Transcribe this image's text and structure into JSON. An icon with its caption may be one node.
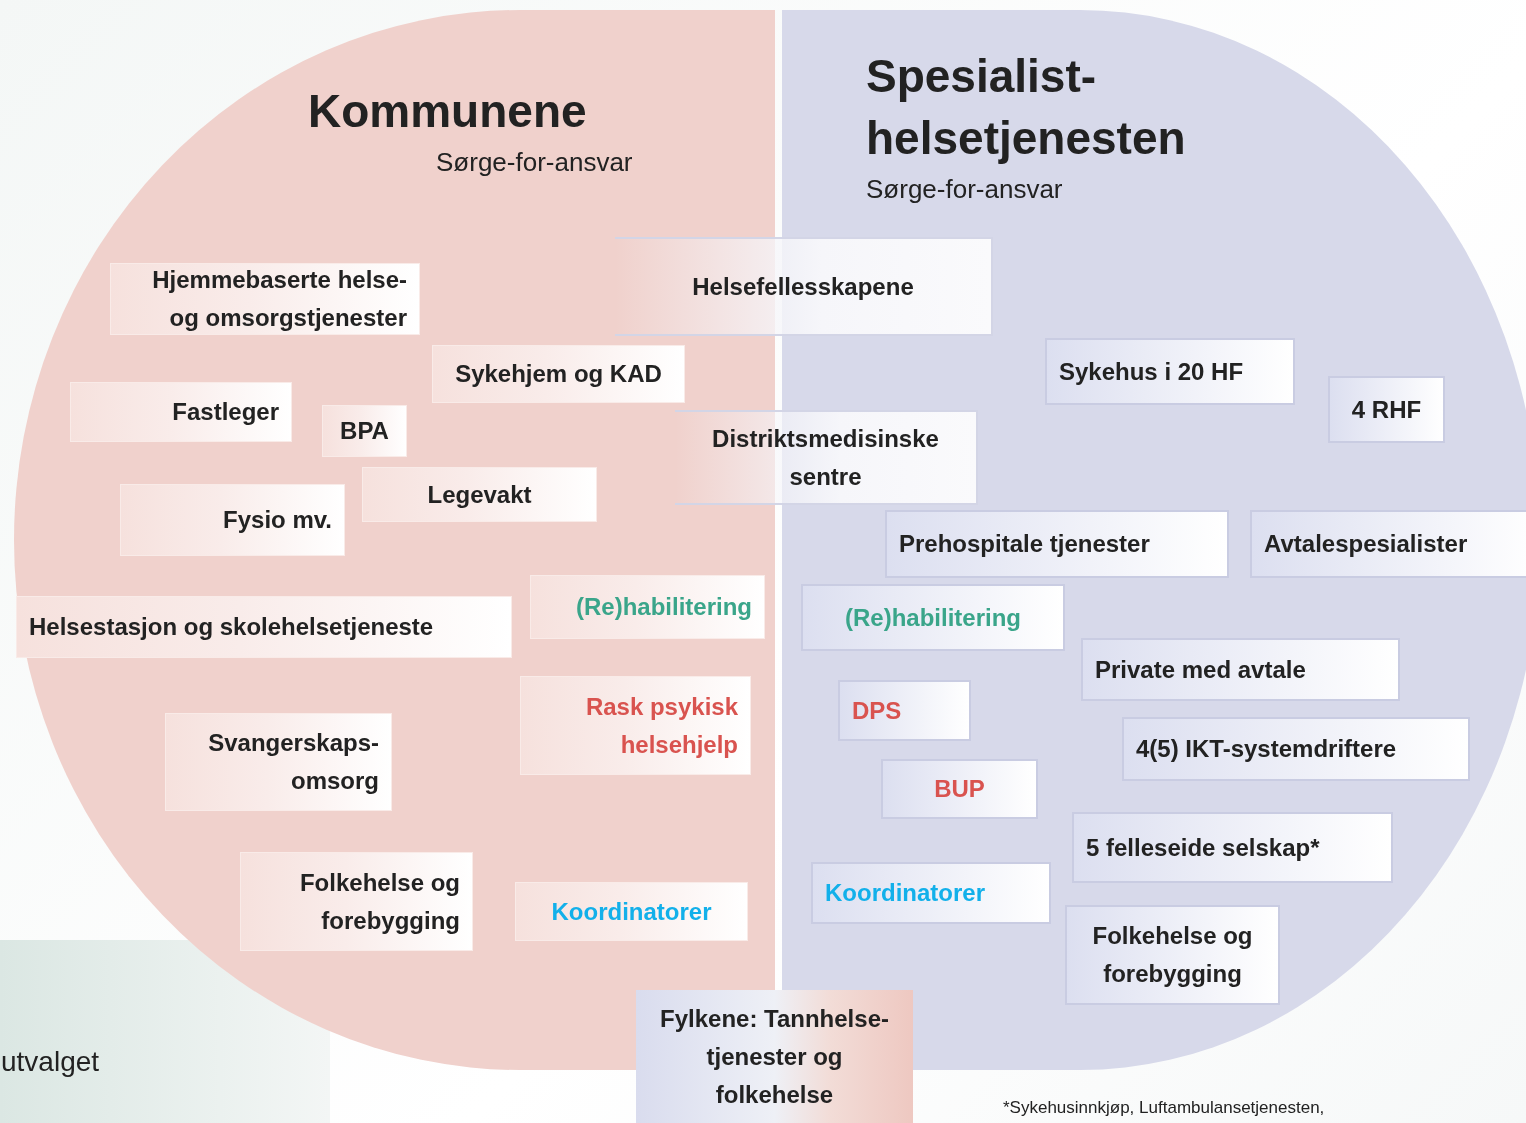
{
  "diagram": {
    "nodes": [
      {
        "text": [
          "Kommunene",
          "Sørge-for-ansvar"
        ]
      },
      {
        "text": [
          "Spesialist- helsetjenesten",
          "Sørge-for-ansvar"
        ]
      },
      {
        "text": [
          "Helsefellesskapene"
        ]
      },
      {
        "text": [
          "Hjemmebaserte helse- og omsorgstjenester"
        ],
        "in": 0
      },
      {
        "text": [
          "Sykehus i 20 HF"
        ],
        "in": 1
      },
      {
        "text": [
          "Sykehjem og KAD"
        ],
        "in": 0
      },
      {
        "text": [
          "4 RHF"
        ],
        "in": 1
      },
      {
        "text": [
          "Fastleger"
        ],
        "in": 0
      },
      {
        "text": [
          "BPA"
        ],
        "in": 0
      },
      {
        "text": [
          "Distriktsmedisinske sentre"
        ]
      },
      {
        "text": [
          "Legevakt"
        ],
        "in": 0
      },
      {
        "text": [
          "Fysio mv."
        ],
        "in": 0
      },
      {
        "text": [
          "Prehospitale tjenester"
        ],
        "in": 1
      },
      {
        "text": [
          "Avtalespesialister"
        ],
        "in": 1
      },
      {
        "text": [
          "Helsestasjon og skolehelsetjeneste"
        ],
        "in": 0
      },
      {
        "text": [
          "(Re)habilitering"
        ],
        "in": 0
      },
      {
        "text": [
          "(Re)habilitering"
        ],
        "in": 1
      },
      {
        "text": [
          "Private med avtale"
        ],
        "in": 1
      },
      {
        "text": [
          "Rask psykisk helsehjelp"
        ],
        "in": 0
      },
      {
        "text": [
          "DPS"
        ],
        "in": 1
      },
      {
        "text": [
          "Svangerskaps- omsorg"
        ],
        "in": 0
      },
      {
        "text": [
          "4(5) IKT-systemdriftere"
        ],
        "in": 1
      },
      {
        "text": [
          "BUP"
        ],
        "in": 1
      },
      {
        "text": [
          "5 felleseide selskap*"
        ],
        "in": 1
      },
      {
        "text": [
          "Folkehelse og forebygging"
        ],
        "in": 0
      },
      {
        "text": [
          "Koordinatorer"
        ],
        "in": 0
      },
      {
        "text": [
          "Koordinatorer"
        ],
        "in": 1
      },
      {
        "text": [
          "Folkehelse og forebygging"
        ],
        "in": 1
      },
      {
        "text": [
          "Fylkene: Tannhelse- tjenester og folkehelse"
        ]
      }
    ],
    "labels": [
      "utvalget",
      "*Sykehusinnkjøp, Luftambulansetjenesten,"
    ]
  }
}
